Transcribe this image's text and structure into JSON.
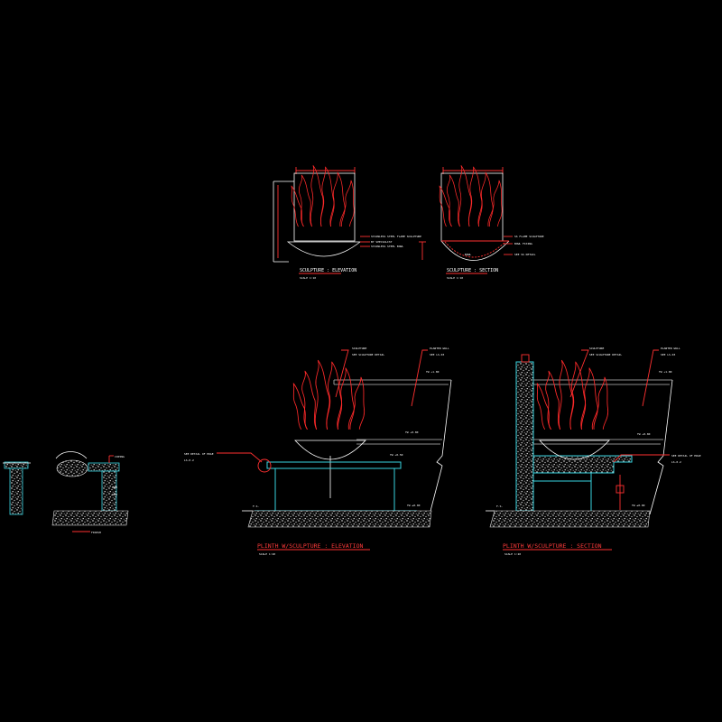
{
  "colors": {
    "background": "#000000",
    "linework": "#ffffff",
    "annotation": "#ff3030",
    "structure": "#39d4e0"
  },
  "sculpture_elevation": {
    "title": "SCULPTURE : ELEVATION",
    "scale": "SCALE 1:10",
    "callouts": [
      "STAINLESS STEEL FLAME SCULPTURE",
      "BY SPECIALIST",
      "STAINLESS STEEL BOWL"
    ]
  },
  "sculpture_section": {
    "title": "SCULPTURE : SECTION",
    "scale": "SCALE 1:10",
    "bowl_label": "BOWL",
    "callouts": [
      "SS FLAME SCULPTURE",
      "BOWL FIXING",
      "SEE SS DETAIL"
    ]
  },
  "plinth_elevation": {
    "title": "PLINTH W/SCULPTURE : ELEVATION",
    "scale": "SCALE 1:20",
    "sculpture_note": [
      "SCULPTURE",
      "SEE SCULPTURE DETAIL"
    ],
    "planter_note": [
      "PLANTER WALL",
      "SEE LS-03"
    ],
    "detail_note": [
      "SEE DETAIL OF EDGE",
      "LS-0.2"
    ],
    "levels": [
      "TW +1.80",
      "TW +0.80",
      "TW +0.50",
      "TW ±0.00"
    ],
    "fs": "F.S."
  },
  "plinth_section": {
    "title": "PLINTH W/SCULPTURE : SECTION",
    "scale": "SCALE 1:20",
    "sculpture_note": [
      "SCULPTURE",
      "SEE SCULPTURE DETAIL"
    ],
    "planter_note": [
      "PLANTER WALL",
      "SEE LS-03"
    ],
    "detail_note": [
      "SEE DETAIL OF EDGE",
      "LS-0.2"
    ],
    "levels": [
      "TW +1.80",
      "TW +0.80",
      "TW ±0.00"
    ],
    "fs": "F.S."
  },
  "edge_detail": {
    "labels": [
      "COPING",
      "FINISH"
    ]
  }
}
